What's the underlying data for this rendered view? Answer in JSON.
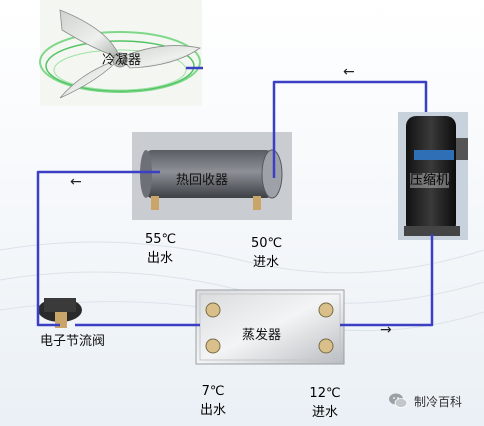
{
  "components": {
    "condenser": "冷凝器",
    "heat_recovery": "热回收器",
    "compressor": "压缩机",
    "expansion_valve": "电子节流阀",
    "evaporator": "蒸发器"
  },
  "ports": {
    "hot_out": {
      "temp": "55℃",
      "label": "出水"
    },
    "hot_in": {
      "temp": "50℃",
      "label": "进水"
    },
    "chilled_out": {
      "temp": "7℃",
      "label": "出水"
    },
    "chilled_in": {
      "temp": "12℃",
      "label": "进水"
    }
  },
  "arrows": {
    "top": "←",
    "left": "←",
    "right": "→"
  },
  "watermark": "制冷百科",
  "colors": {
    "pipe": "#3a3fc4",
    "background": "#f4f7fa"
  }
}
